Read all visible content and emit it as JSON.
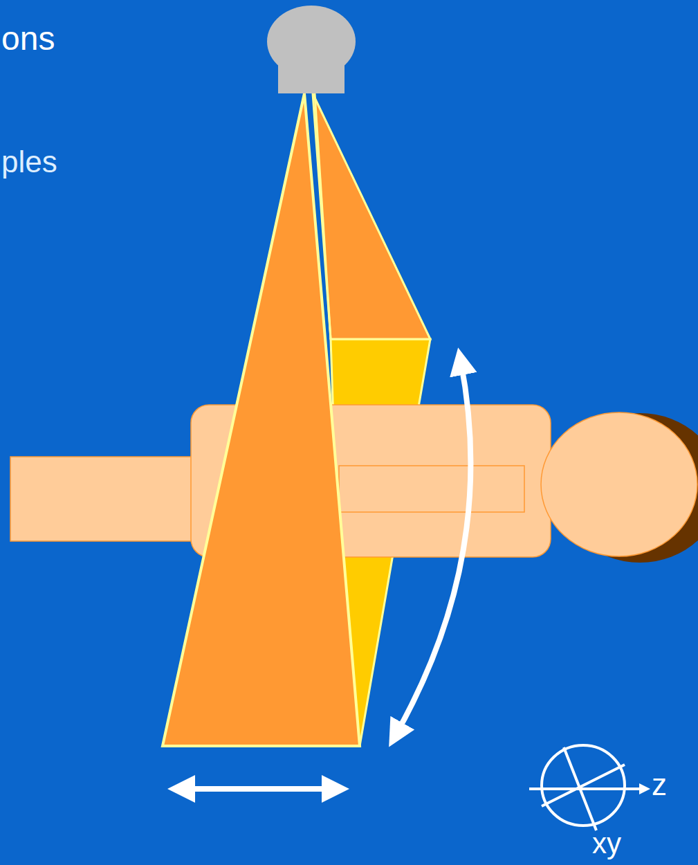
{
  "diagram": {
    "labels": [
      "ons",
      "ples",
      "z",
      "xy"
    ]
  }
}
